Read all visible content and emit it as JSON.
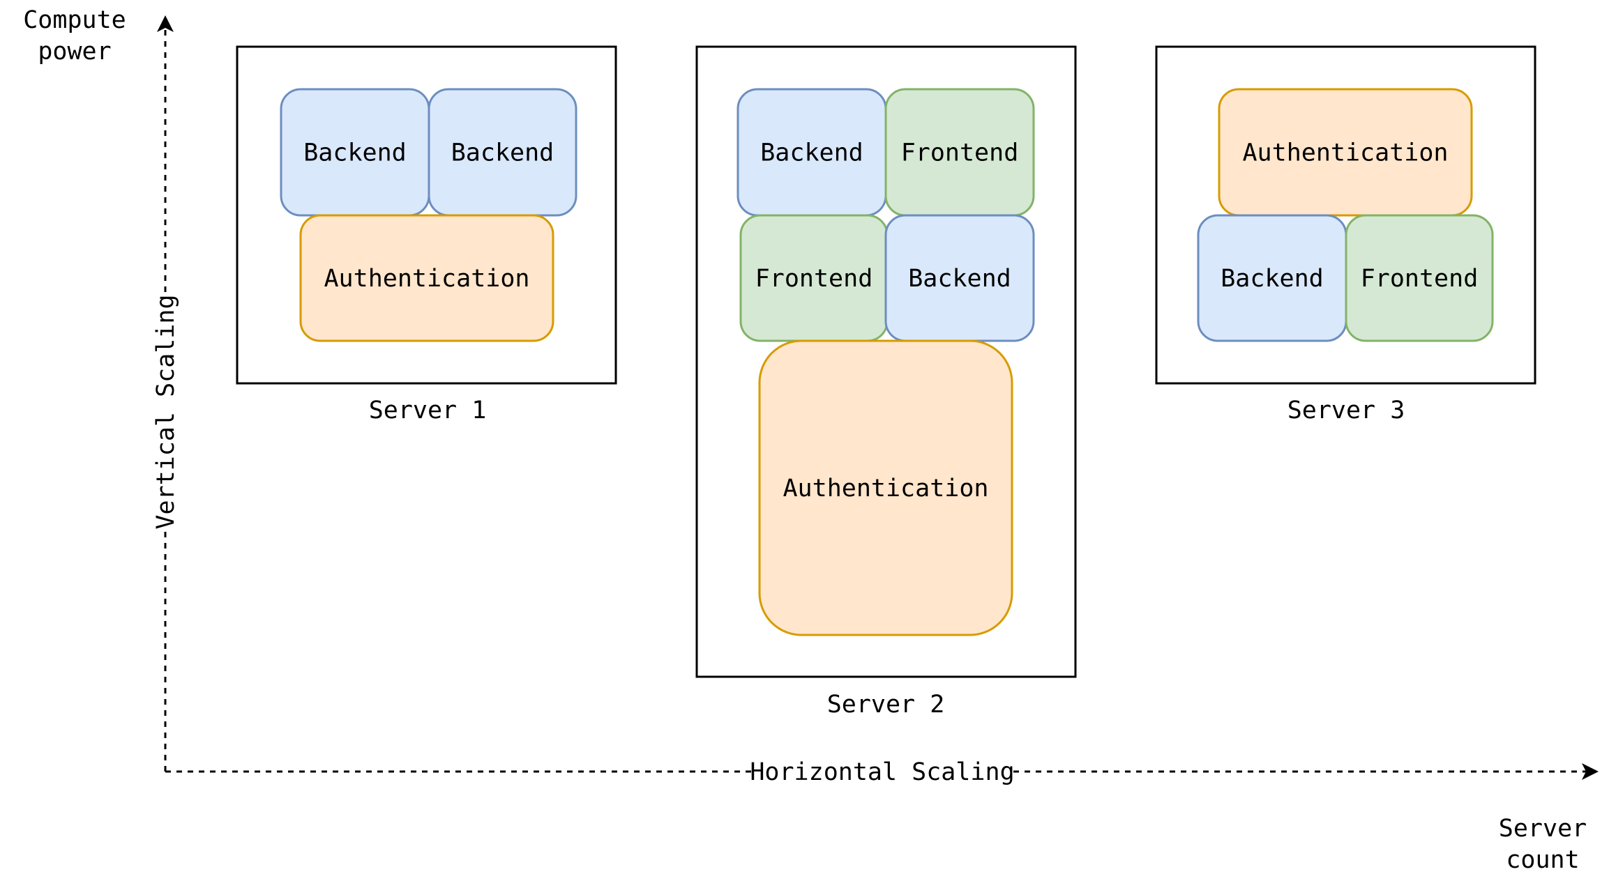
{
  "axes": {
    "y_title_line1": "Compute",
    "y_title_line2": "power",
    "y_axis_label": "Vertical Scaling",
    "x_axis_label": "Horizontal Scaling",
    "x_title_line1": "Server",
    "x_title_line2": "count"
  },
  "colors": {
    "backend_fill": "#dae8fc",
    "backend_stroke": "#6c8ebf",
    "frontend_fill": "#d5e8d4",
    "frontend_stroke": "#82b366",
    "auth_fill": "#ffe6cc",
    "auth_stroke": "#d79b00"
  },
  "servers": [
    {
      "label": "Server 1",
      "components": [
        {
          "name": "Backend",
          "kind": "backend"
        },
        {
          "name": "Backend",
          "kind": "backend"
        },
        {
          "name": "Authentication",
          "kind": "auth"
        }
      ]
    },
    {
      "label": "Server 2",
      "components": [
        {
          "name": "Backend",
          "kind": "backend"
        },
        {
          "name": "Frontend",
          "kind": "frontend"
        },
        {
          "name": "Frontend",
          "kind": "frontend"
        },
        {
          "name": "Backend",
          "kind": "backend"
        },
        {
          "name": "Authentication",
          "kind": "auth"
        }
      ]
    },
    {
      "label": "Server 3",
      "components": [
        {
          "name": "Authentication",
          "kind": "auth"
        },
        {
          "name": "Backend",
          "kind": "backend"
        },
        {
          "name": "Frontend",
          "kind": "frontend"
        }
      ]
    }
  ]
}
